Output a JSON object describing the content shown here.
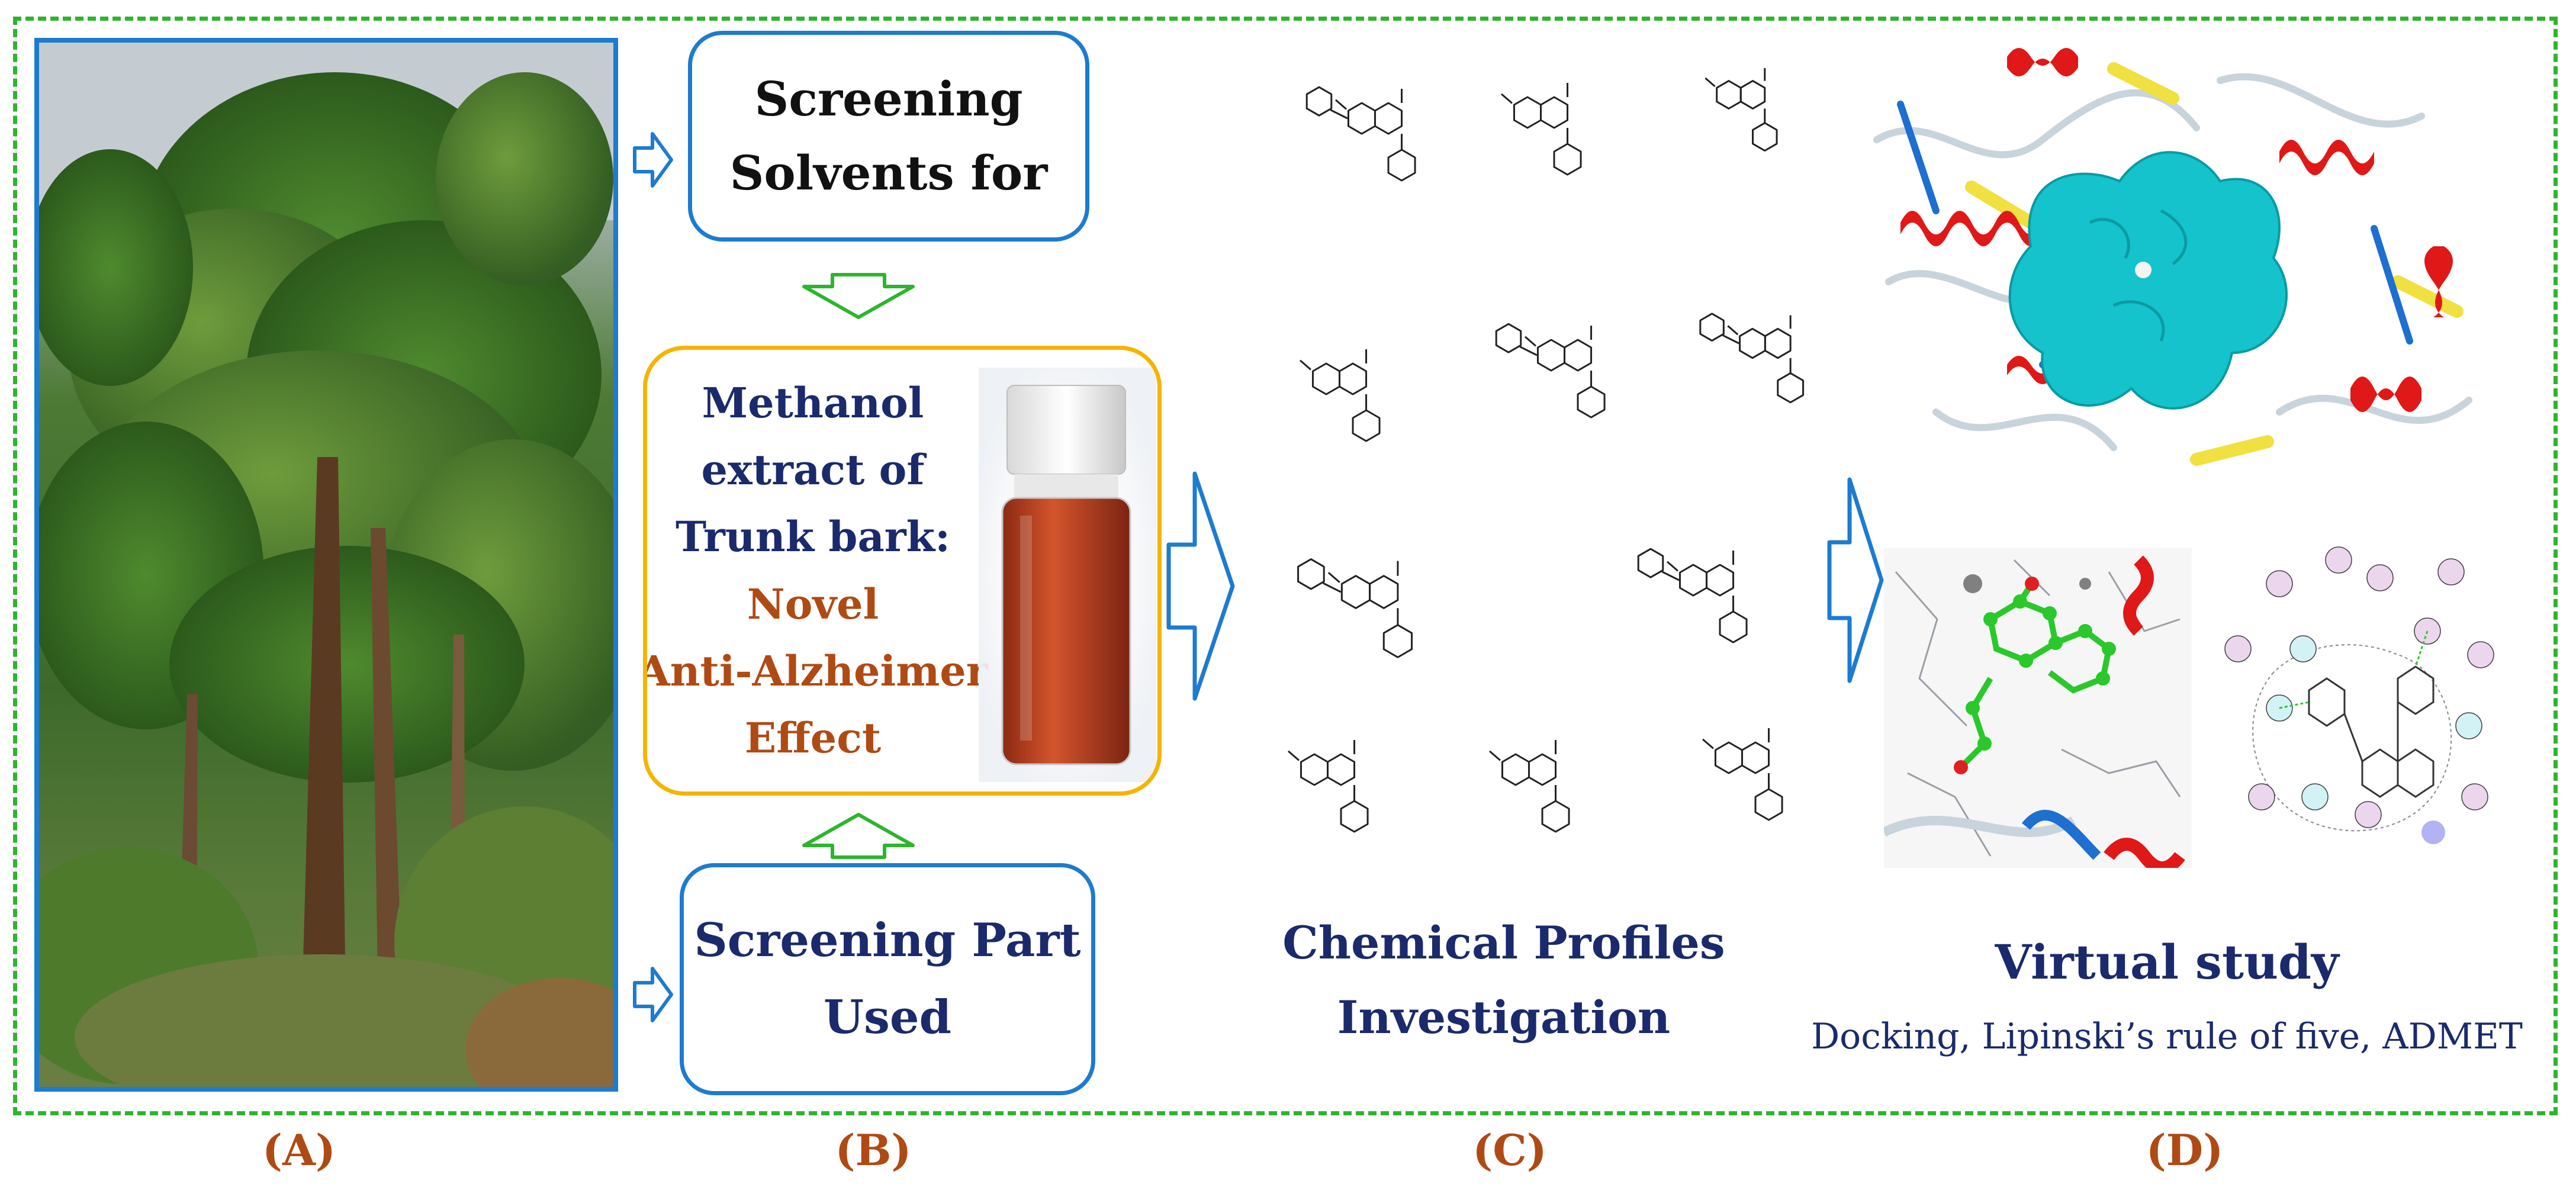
{
  "colors": {
    "frame_dashed": "#2db52d",
    "box_border_blue": "#1d7bd0",
    "box_border_yellow": "#f5b400",
    "text_dark_blue": "#1a2a6c",
    "text_brown": "#b04a14",
    "arrow_green": "#2db52d",
    "arrow_blue": "#1d7bd0",
    "protein_surface": "#12c4cc",
    "helix_red": "#e01818"
  },
  "panel_b": {
    "top_box_lines": [
      "Screening",
      "Solvents for"
    ],
    "middle_box_lines": [
      {
        "text": "Methanol",
        "tone": "dark"
      },
      {
        "text": "extract of",
        "tone": "dark"
      },
      {
        "text": "Trunk bark:",
        "tone": "dark"
      },
      {
        "text": "Novel",
        "tone": "brown"
      },
      {
        "text": "Anti-Alzheimer",
        "tone": "brown"
      },
      {
        "text": "Effect",
        "tone": "brown"
      }
    ],
    "bottom_box_lines": [
      "Screening Part",
      "Used"
    ]
  },
  "panel_c": {
    "caption_lines": [
      "Chemical Profiles",
      "Investigation"
    ]
  },
  "panel_d": {
    "title": "Virtual study",
    "subtitle": "Docking, Lipinski’s rule of five, ADMET"
  },
  "labels": {
    "a": "(A)",
    "b": "(B)",
    "c": "(C)",
    "d": "(D)"
  },
  "icons": [
    "tree-photo",
    "vial-photo",
    "molecule-structure",
    "protein-ribbon",
    "docking-pose",
    "interaction-diagram"
  ]
}
